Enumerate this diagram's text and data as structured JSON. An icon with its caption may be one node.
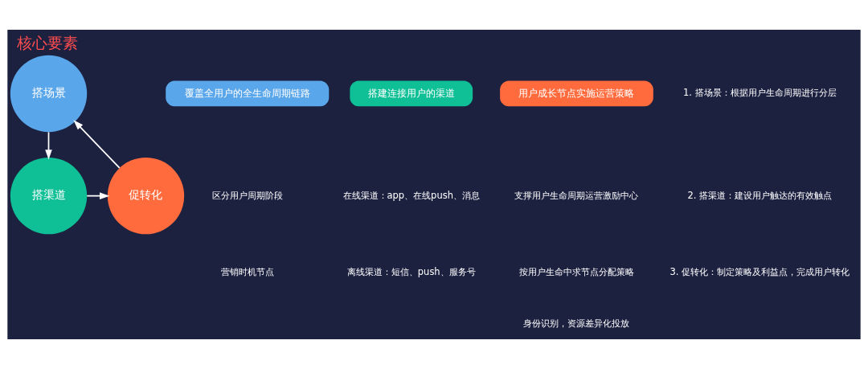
{
  "diagram": {
    "title": "核心要素",
    "nodes": [
      {
        "text": [
          "搭场景"
        ]
      },
      {
        "text": [
          "搭渠道"
        ]
      },
      {
        "text": [
          "促转化"
        ]
      },
      {
        "text": [
          "覆盖全用户的全生命周期链路"
        ]
      },
      {
        "text": [
          "搭建连接用户的渠道"
        ]
      },
      {
        "text": [
          "用户成长节点实施运营策略"
        ]
      }
    ],
    "edges": [
      {
        "from": 0,
        "to": 1,
        "arrow": "to"
      },
      {
        "from": 1,
        "to": 2,
        "arrow": "to"
      },
      {
        "from": 2,
        "to": 0,
        "arrow": "to"
      }
    ],
    "labels": [
      "1. 搭场景：根据用户生命周期进行分层",
      "2. 搭渠道：建设用户触达的有效触点",
      "3. 促转化：制定策略及利益点，完成用户转化",
      "区分用户周期阶段",
      "营销时机节点",
      "在线渠道：app、在线push、消息",
      "离线渠道：短信、push、服务号",
      "支撑用户生命周期运营激励中心",
      "按用户生命中求节点分配策略",
      "身份识别，资源差异化投放"
    ]
  }
}
